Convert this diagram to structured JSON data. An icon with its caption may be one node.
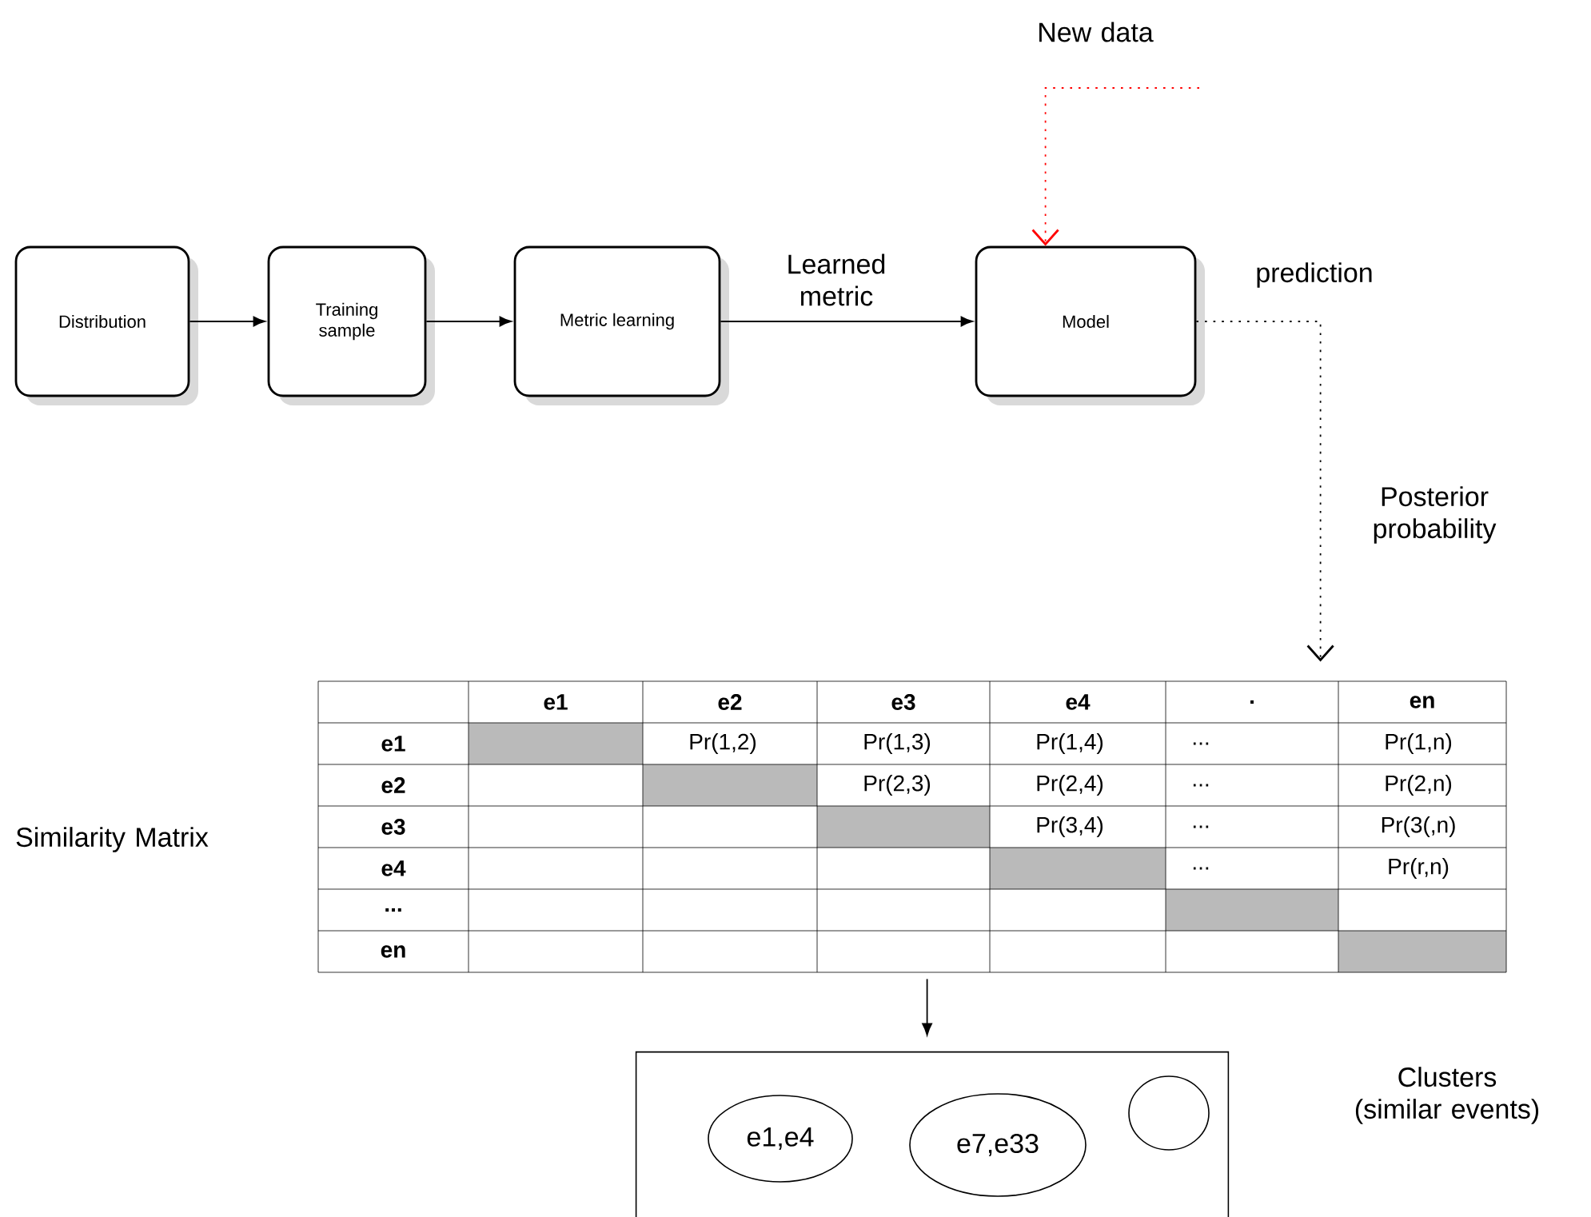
{
  "diagram": {
    "nodes": [
      {
        "text": [
          "Distribution"
        ]
      },
      {
        "text": [
          "Training sample"
        ]
      },
      {
        "text": [
          "Metric learning"
        ]
      },
      {
        "text": [
          "Model"
        ]
      },
      {
        "text": [],
        "shape": "box"
      },
      {
        "text": [],
        "shape": "box"
      },
      {
        "text": [
          "e1,e4"
        ],
        "in": 5
      },
      {
        "text": [
          "e7,e33"
        ],
        "in": 5
      },
      {
        "text": [],
        "shape": "circle",
        "in": 5
      }
    ],
    "edges": [
      {
        "from": 0,
        "to": 1,
        "arrow": "to"
      },
      {
        "from": 1,
        "to": 2,
        "arrow": "to"
      },
      {
        "from": 2,
        "to": 3,
        "arrow": "to",
        "label": "Learned metric"
      },
      {
        "from": null,
        "to": 3,
        "arrow": "to",
        "style": "dashed",
        "color": "#ff0000"
      },
      {
        "from": 3,
        "to": 4,
        "arrow": "to",
        "style": "dashed",
        "label": "Posterior probability"
      },
      {
        "from": 4,
        "to": 5,
        "arrow": "to"
      }
    ],
    "labels": [
      "New data",
      "prediction",
      "Similarity Matrix",
      "e1",
      "e2",
      "e3",
      "e4",
      ".",
      "en",
      "e1",
      "Pr(1,2)",
      "Pr(1,3)",
      "Pr(1,4)",
      "...",
      "Pr(1,n)",
      "e2",
      "Pr(2,3)",
      "Pr(2,4)",
      "...",
      "Pr(2,n)",
      "e3",
      "Pr(3,4)",
      "...",
      "Pr(3(,n)",
      "e4",
      "...",
      "Pr(r,n)",
      "...",
      "en",
      "Clusters (similar events)"
    ]
  }
}
